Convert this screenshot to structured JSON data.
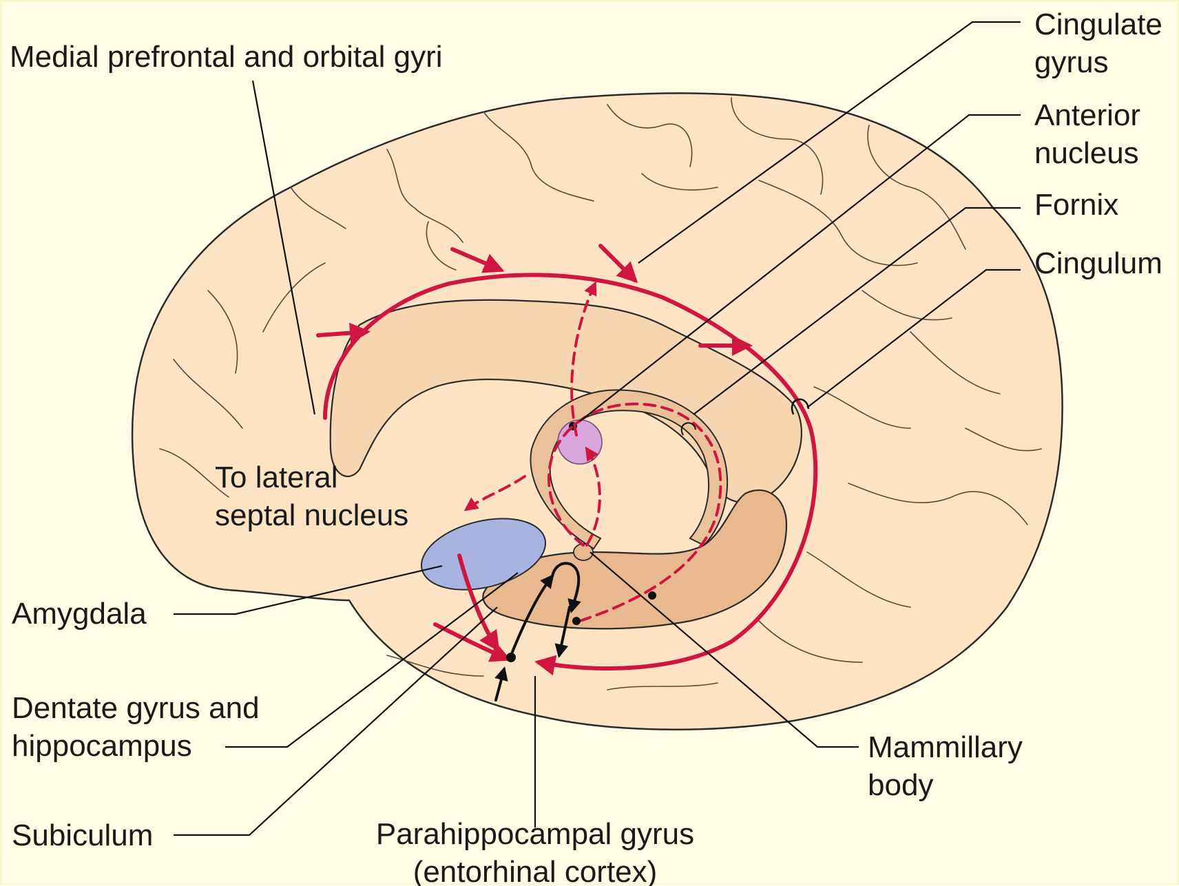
{
  "labels": {
    "medial_prefrontal": "Medial prefrontal and orbital gyri",
    "cingulate_gyrus_1": "Cingulate",
    "cingulate_gyrus_2": "gyrus",
    "anterior_nucleus_1": "Anterior",
    "anterior_nucleus_2": "nucleus",
    "fornix": "Fornix",
    "cingulum": "Cingulum",
    "lateral_septal_1": "To lateral",
    "lateral_septal_2": "septal nucleus",
    "amygdala": "Amygdala",
    "dentate_1": "Dentate gyrus and",
    "dentate_2": "hippocampus",
    "subiculum": "Subiculum",
    "parahippocampal_1": "Parahippocampal gyrus",
    "parahippocampal_2": "(entorhinal cortex)",
    "mammillary_1": "Mammillary",
    "mammillary_2": "body"
  },
  "colors": {
    "background": "#fffde6",
    "brain": "#fbe3c4",
    "corpus_callosum": "#f5d6b1",
    "hippocampus": "#e8b98f",
    "amygdala": "#a9b3e0",
    "anterior_nucleus": "#d9a6dc",
    "pathway": "#d0163f"
  }
}
